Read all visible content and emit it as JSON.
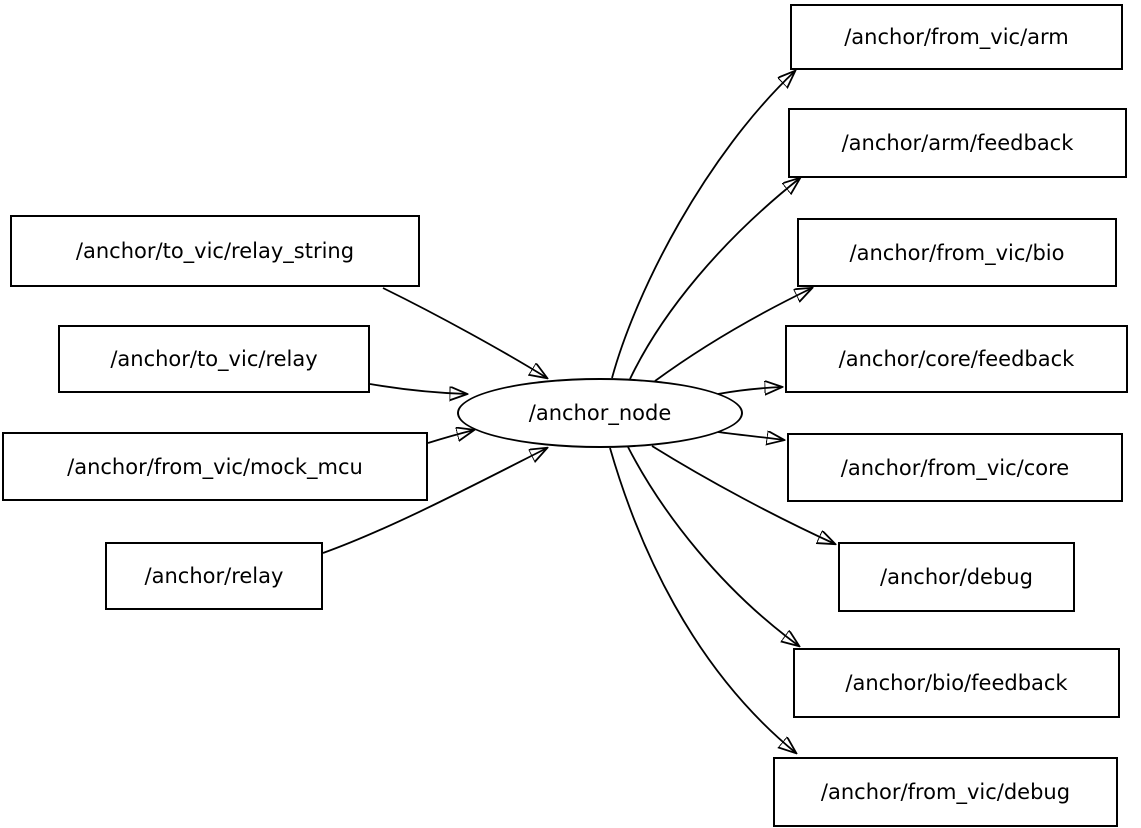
{
  "graph": {
    "node": "/anchor_node",
    "inputs": [
      "/anchor/to_vic/relay_string",
      "/anchor/to_vic/relay",
      "/anchor/from_vic/mock_mcu",
      "/anchor/relay"
    ],
    "outputs": [
      "/anchor/from_vic/arm",
      "/anchor/arm/feedback",
      "/anchor/from_vic/bio",
      "/anchor/core/feedback",
      "/anchor/from_vic/core",
      "/anchor/debug",
      "/anchor/bio/feedback",
      "/anchor/from_vic/debug"
    ],
    "edges": [
      {
        "from": "/anchor/to_vic/relay_string",
        "to": "/anchor_node"
      },
      {
        "from": "/anchor/to_vic/relay",
        "to": "/anchor_node"
      },
      {
        "from": "/anchor/from_vic/mock_mcu",
        "to": "/anchor_node"
      },
      {
        "from": "/anchor/relay",
        "to": "/anchor_node"
      },
      {
        "from": "/anchor_node",
        "to": "/anchor/from_vic/arm"
      },
      {
        "from": "/anchor_node",
        "to": "/anchor/arm/feedback"
      },
      {
        "from": "/anchor_node",
        "to": "/anchor/from_vic/bio"
      },
      {
        "from": "/anchor_node",
        "to": "/anchor/core/feedback"
      },
      {
        "from": "/anchor_node",
        "to": "/anchor/from_vic/core"
      },
      {
        "from": "/anchor_node",
        "to": "/anchor/debug"
      },
      {
        "from": "/anchor_node",
        "to": "/anchor/bio/feedback"
      },
      {
        "from": "/anchor_node",
        "to": "/anchor/from_vic/debug"
      }
    ],
    "colors": {
      "stroke": "#000000",
      "background": "#ffffff",
      "text": "#000000"
    }
  }
}
